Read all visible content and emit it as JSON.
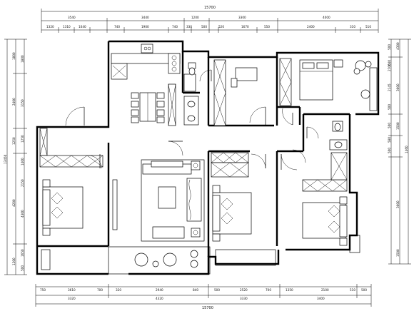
{
  "dimensions": {
    "top_total": "15700",
    "top_segments": [
      "3540",
      "3440",
      "1200",
      "3300",
      "4000"
    ],
    "top_sub": [
      "1320",
      "1310",
      "1040",
      "740",
      "1900",
      "740",
      "330",
      "500",
      "520",
      "1670",
      "550",
      "2400",
      "310",
      "510"
    ],
    "bottom_total": "15700",
    "bottom_segments": [
      "3320",
      "4320",
      "3330",
      "3400"
    ],
    "bottom_sub": [
      "750",
      "3610",
      "700",
      "320",
      "2940",
      "840",
      "500",
      "2520",
      "700",
      "1350",
      "2100",
      "510",
      "500"
    ],
    "left_total": "13450",
    "left_segments": [
      "1800",
      "2400",
      "1250",
      "4200",
      "1200"
    ],
    "left_sub": [
      "1800",
      "3150",
      "1250",
      "1400",
      "2150",
      "4300",
      "1650",
      "500"
    ],
    "right_total": "1460",
    "right_segments": [
      "3000",
      "3000",
      "1500",
      "4300",
      "1500"
    ],
    "right_sub": [
      "500",
      "2700",
      "640",
      "2145",
      "500",
      "500",
      "580",
      "500"
    ]
  },
  "colors": {
    "wall": "#000000",
    "background": "#ffffff"
  }
}
